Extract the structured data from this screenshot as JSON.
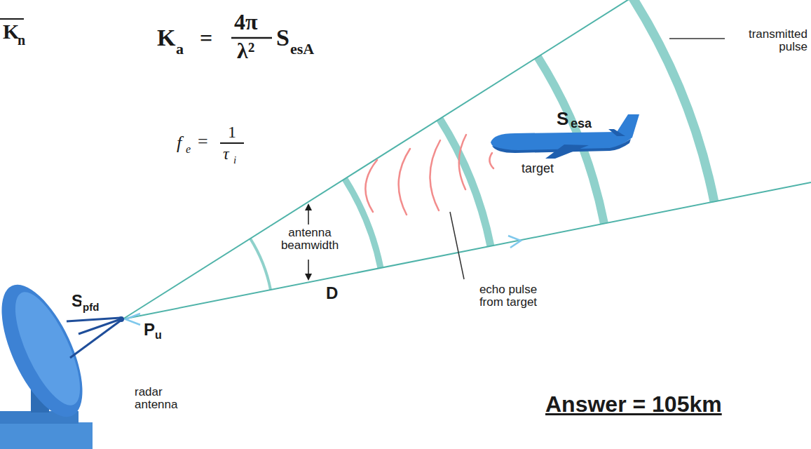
{
  "diagram": {
    "labels": [
      "K",
      "n",
      "K",
      "a",
      "=",
      "4π",
      "λ²",
      "S",
      "esA",
      "transmitted pulse",
      "f",
      "e",
      "=",
      "1",
      "τ",
      "i",
      "S",
      "esa",
      "target",
      "antenna beamwidth",
      "D",
      "echo pulse from target",
      "S",
      "pfd",
      "P",
      "u",
      "radar antenna",
      "Answer = 105km"
    ]
  }
}
